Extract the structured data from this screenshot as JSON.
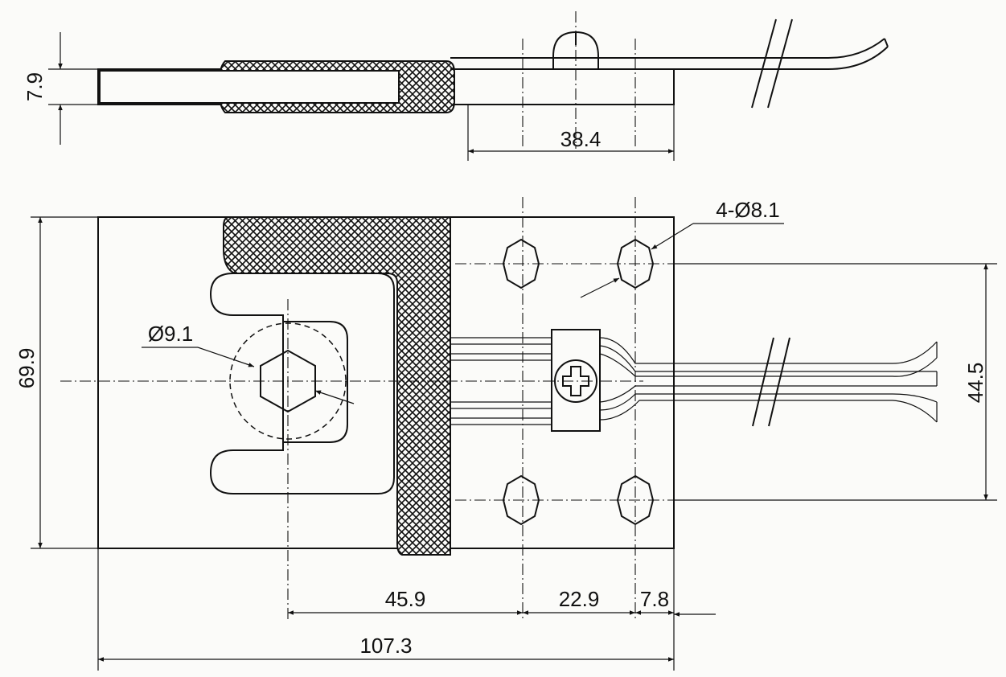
{
  "dimensions": {
    "thickness": "7.9",
    "mount_span_top": "38.4",
    "hole_spec": "4-Ø8.1",
    "center_hole": "Ø9.1",
    "height": "69.9",
    "hole_spacing_vertical": "44.5",
    "offset_center_to_holes": "45.9",
    "hole_spacing_horizontal": "22.9",
    "edge_to_hole": "7.8",
    "overall_length": "107.3"
  },
  "colors": {
    "line": "#111111",
    "paper": "#fbfbf9"
  }
}
